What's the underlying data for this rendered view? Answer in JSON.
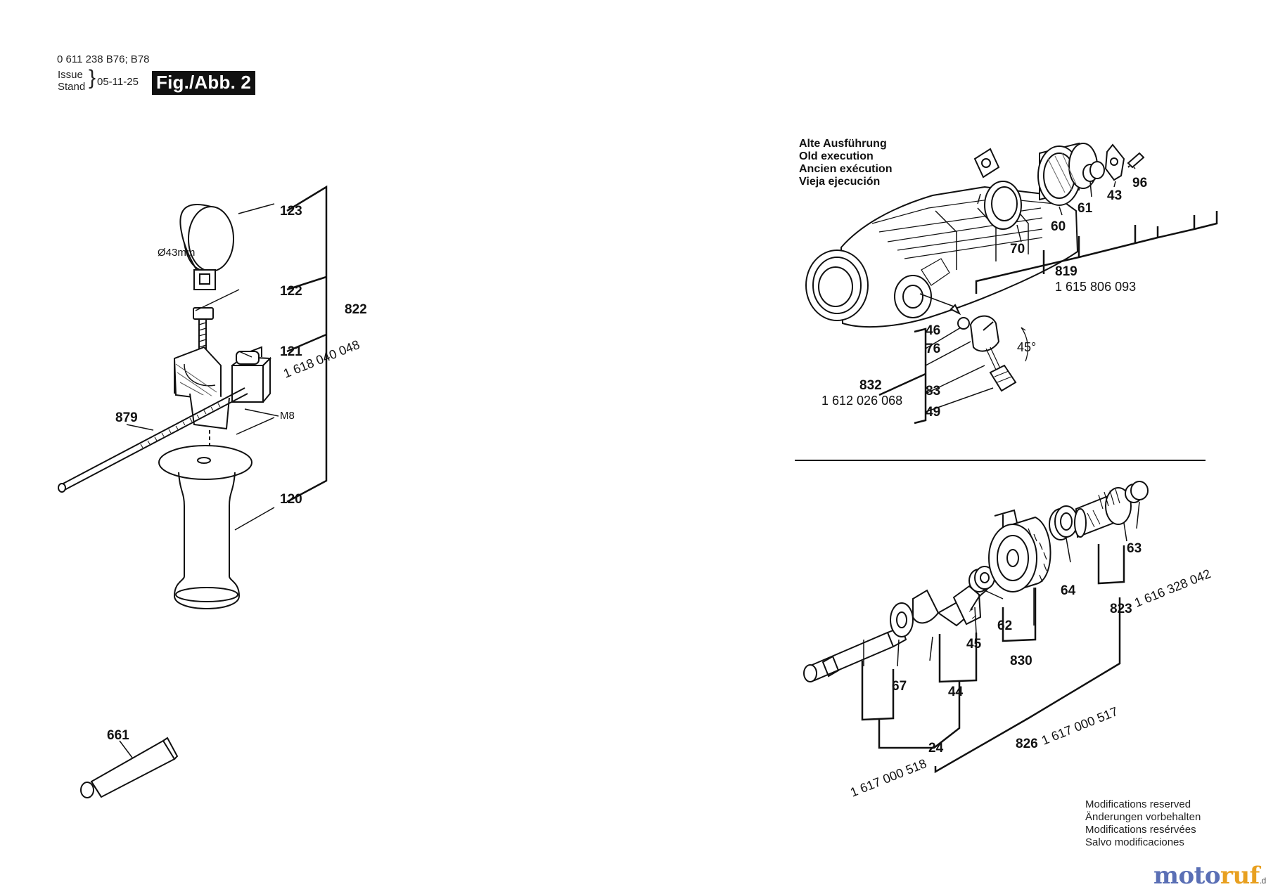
{
  "header": {
    "model_numbers": "0 611 238 B76; B78",
    "issue_label": "Issue",
    "stand_label": "Stand",
    "date": "05-11-25",
    "figure_label": "Fig./Abb. 2"
  },
  "old_execution": [
    "Alte Ausführung",
    "Old execution",
    "Ancien exécution",
    "Vieja ejecución"
  ],
  "parts": {
    "p123": "123",
    "p122": "122",
    "p121": "121",
    "p822": "822",
    "p822_pn": "1 618 040 048",
    "p879": "879",
    "pM8": "M8",
    "p120": "120",
    "p661": "661",
    "dia": "Ø43mm",
    "p96": "96",
    "p43": "43",
    "p61": "61",
    "p60": "60",
    "p70": "70",
    "p819": "819",
    "p819_pn": "1 615 806 093",
    "p46": "46",
    "p76": "76",
    "p832": "832",
    "p832_pn": "1 612 026 068",
    "p83": "83",
    "p49": "49",
    "angle": "45°",
    "p63": "63",
    "p823": "823",
    "p823_pn": "1 616 328 042",
    "p64": "64",
    "p62": "62",
    "p830": "830",
    "p45": "45",
    "p67": "67",
    "p44": "44",
    "p24": "24",
    "p24_pn": "1 617 000 518",
    "p826": "826",
    "p826_pn": "1 617 000 517"
  },
  "modifications": [
    "Modifications reserved",
    "Änderungen vorbehalten",
    "Modifications resérvées",
    "Salvo modificaciones"
  ],
  "brand": {
    "name": "motoruf",
    "tld": ".de"
  }
}
